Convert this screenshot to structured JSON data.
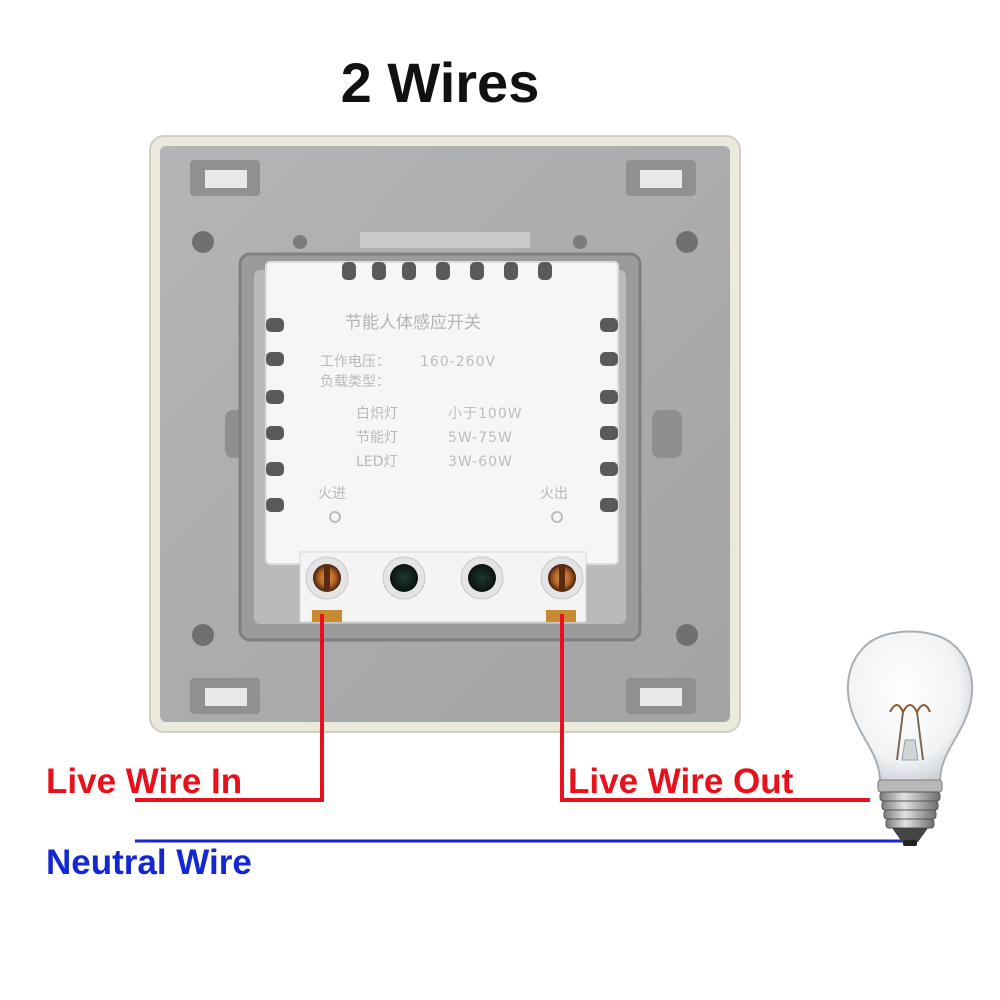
{
  "title": "2 Wires",
  "module": {
    "heading": "节能人体感应开关",
    "voltage_label": "工作电压：",
    "voltage_value": "160-260V",
    "load_type_label": "负载类型：",
    "loads": [
      {
        "type": "白炽灯",
        "value": "小于100W"
      },
      {
        "type": "节能灯",
        "value": "5W-75W"
      },
      {
        "type": "LED灯",
        "value": "3W-60W"
      }
    ],
    "terminal_in": "火进",
    "terminal_out": "火出"
  },
  "labels": {
    "live_in": "Live Wire In",
    "live_out": "Live Wire Out",
    "neutral": "Neutral Wire"
  },
  "colors": {
    "live": "#e8101a",
    "neutral": "#1428d2",
    "plate": "#a9aaab",
    "plate_border": "#e9e6d8",
    "module": "#f5f5f5"
  }
}
